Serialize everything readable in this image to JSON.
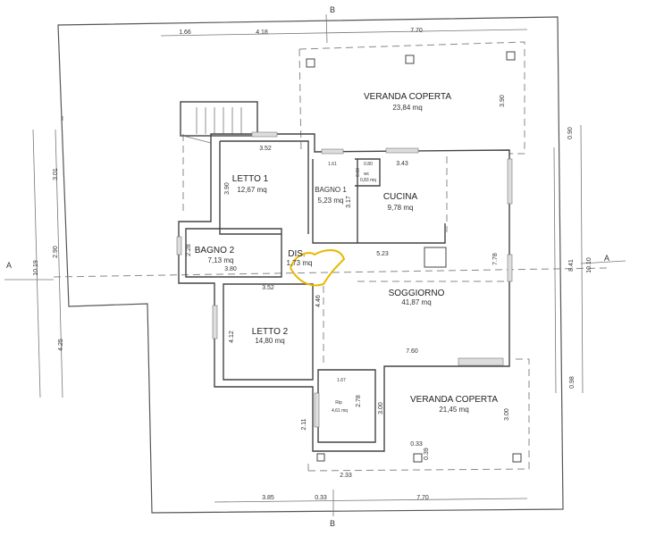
{
  "rooms": {
    "veranda_top": {
      "name": "VERANDA COPERTA",
      "area": "23,84 mq"
    },
    "letto1": {
      "name": "LETTO 1",
      "area": "12,67 mq"
    },
    "bagno1": {
      "name": "BAGNO 1",
      "area": "5,23 mq"
    },
    "wc": {
      "name": "wc",
      "area": "0,83 mq",
      "w": "0.80",
      "h": "0.60"
    },
    "cucina": {
      "name": "CUCINA",
      "area": "9,78 mq"
    },
    "bagno2": {
      "name": "BAGNO 2",
      "area": "7,13 mq"
    },
    "dis": {
      "name": "DIS.",
      "area": "1,73 mq"
    },
    "soggiorno": {
      "name": "SOGGIORNO",
      "area": "41,87 mq"
    },
    "letto2": {
      "name": "LETTO 2",
      "area": "14,80 mq"
    },
    "rip": {
      "name": "Rip",
      "area": "4,61 mq"
    },
    "veranda_bottom": {
      "name": "VERANDA COPERTA",
      "area": "21,45 mq"
    }
  },
  "dimensions": {
    "top": [
      "1.66",
      "4.18",
      "7.70"
    ],
    "bottom": [
      "3.85",
      "0.33",
      "7.70"
    ],
    "left": [
      "10.19",
      "3.01",
      "2.90",
      "4.25"
    ],
    "right": [
      "0.90",
      "8.41",
      "10.10",
      "0.98"
    ],
    "veranda_top_depth": "3.90",
    "letto1_w": "3.52",
    "letto1_h": "3.90",
    "bagno1_w": "1.61",
    "bagno1_h": "3.17",
    "cucina_w": "3.43",
    "cucina_bottom": "5.23",
    "bagno2_h": "2.28",
    "bagno2_w": "3.80",
    "letto2_w": "3.52",
    "letto2_h": "4.12",
    "dis_h": "4.46",
    "soggiorno_h": "7.78",
    "soggiorno_w": "7.60",
    "rip_w": "1.67",
    "rip_h": "2.78",
    "rip_side": "2.11",
    "veranda_bottom_h1": "3.00",
    "veranda_bottom_h2": "3.00",
    "pillar_w": "0.33",
    "pillar_h": "0.39",
    "veranda_bottom_w": "2.33"
  },
  "sections": {
    "a_left": "A",
    "a_right": "A",
    "b_top": "B",
    "b_bottom": "B"
  }
}
